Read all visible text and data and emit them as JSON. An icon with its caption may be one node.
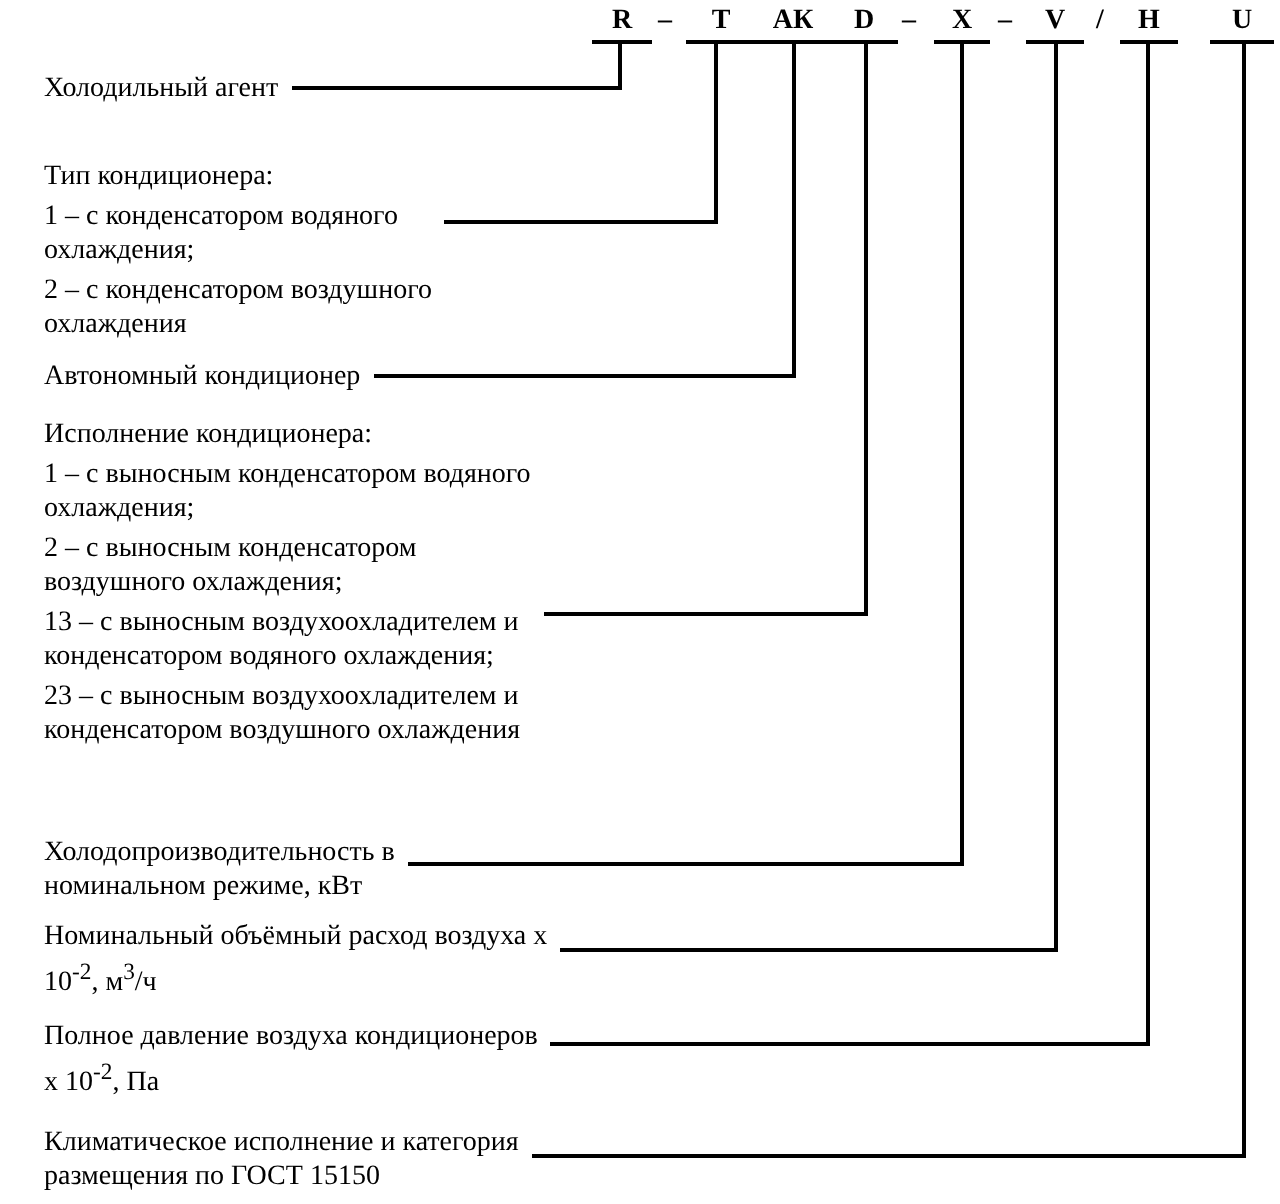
{
  "diagram": {
    "nodes": [
      {
        "text": [
          "R"
        ]
      },
      {
        "text": [
          "T"
        ]
      },
      {
        "text": [
          "АК"
        ]
      },
      {
        "text": [
          "D"
        ]
      },
      {
        "text": [
          "X"
        ]
      },
      {
        "text": [
          "V"
        ]
      },
      {
        "text": [
          "H"
        ]
      },
      {
        "text": [
          "U"
        ]
      },
      {
        "text": [
          "Холодильный агент"
        ]
      },
      {
        "text": [
          "Тип кондиционера:",
          "1 – с конденсатором водяного охлаждения;",
          "2 – с конденсатором воздушного охлаждения"
        ]
      },
      {
        "text": [
          "Автономный кондиционер"
        ]
      },
      {
        "text": [
          "Исполнение кондиционера:",
          "1 – с выносным конденсатором водяного охлаждения;",
          "2 – с выносным конденсатором воздушного охлаждения;",
          "13 – с выносным воздухоохладителем и конденсатором водяного охлаждения;",
          "23 – с выносным воздухоохладителем и конденсатором воздушного охлаждения"
        ]
      },
      {
        "text": [
          "Холодопроизводительность в номинальном режиме, кВт"
        ]
      },
      {
        "text": [
          "Номинальный объёмный расход воздуха х 10$^{-2}$, м$^{3}$/ч"
        ]
      },
      {
        "text": [
          "Полное давление воздуха кондиционеров х 10$^{-2}$, Па"
        ]
      },
      {
        "text": [
          "Климатическое исполнение и категория размещения по ГОСТ 15150"
        ]
      }
    ],
    "edges": [
      {
        "from": 0,
        "to": 8,
        "arrow": "none"
      },
      {
        "from": 1,
        "to": 9,
        "arrow": "none"
      },
      {
        "from": 2,
        "to": 10,
        "arrow": "none"
      },
      {
        "from": 3,
        "to": 11,
        "arrow": "none"
      },
      {
        "from": 4,
        "to": 12,
        "arrow": "none"
      },
      {
        "from": 5,
        "to": 13,
        "arrow": "none"
      },
      {
        "from": 6,
        "to": 14,
        "arrow": "none"
      },
      {
        "from": 7,
        "to": 15,
        "arrow": "none"
      }
    ],
    "labels": [
      "–",
      "–",
      "–",
      "/"
    ]
  }
}
